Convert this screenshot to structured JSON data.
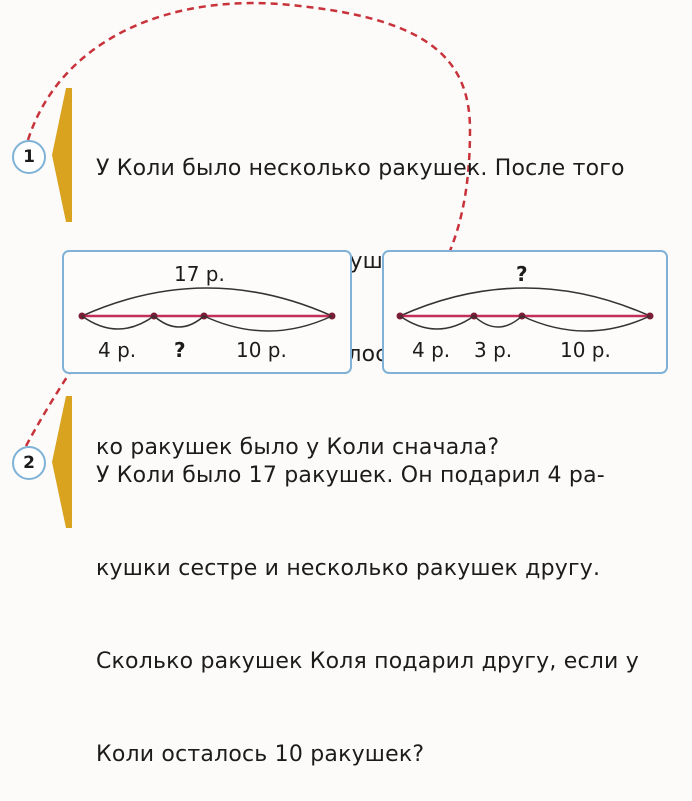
{
  "problem1": {
    "number": "1",
    "lines": [
      "У Коли было несколько ракушек. После того",
      "как он подарил 4 ракушки сестре и 3 ракуш-",
      "ки другу, у него осталось 10 ракушек. Сколь-",
      "ко ракушек было у Коли сначала?"
    ]
  },
  "problem2": {
    "number": "2",
    "lines": [
      "У Коли было 17 ракушек. Он подарил 4 ра-",
      "кушки сестре и несколько ракушек другу.",
      "Сколько ракушек Коля подарил другу, если у",
      "Коли осталось 10 ракушек?"
    ]
  },
  "diagram1": {
    "total_label": "17 р.",
    "part1_label": "4 р.",
    "part2_label": "?",
    "part3_label": "10 р."
  },
  "diagram2": {
    "total_label": "?",
    "part1_label": "4 р.",
    "part2_label": "3 р.",
    "part3_label": "10 р."
  },
  "colors": {
    "segment_line": "#c2305a",
    "arrow_dash": "#c8323a",
    "box_border": "#7fb2d6",
    "marker_bar": "#d9a21f"
  }
}
